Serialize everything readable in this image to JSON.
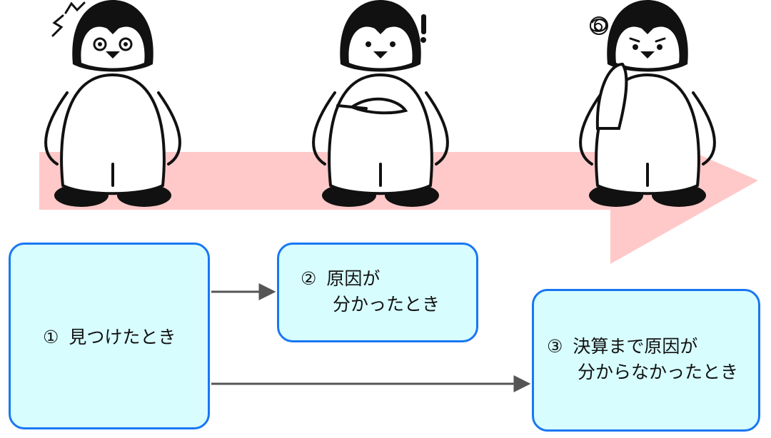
{
  "colors": {
    "arrow_band": "#ffc9c9",
    "box_border": "#1877f2",
    "box_fill": "#d7fdff",
    "connector": "#555555",
    "penguin_dark": "#111111"
  },
  "steps": [
    {
      "number": "①",
      "line1": "見つけたとき",
      "line2": ""
    },
    {
      "number": "②",
      "line1": "原因が",
      "line2": "分かったとき"
    },
    {
      "number": "③",
      "line1": "決算まで原因が",
      "line2": "分からなかったとき"
    }
  ],
  "penguins": [
    {
      "pose": "standing",
      "expression": "surprised",
      "mark": "surprise-lines-icon"
    },
    {
      "pose": "arms-crossed",
      "expression": "realizing",
      "mark": "exclamation-icon"
    },
    {
      "pose": "hand-on-cheek",
      "expression": "worried",
      "mark": "scribble-icon"
    }
  ]
}
